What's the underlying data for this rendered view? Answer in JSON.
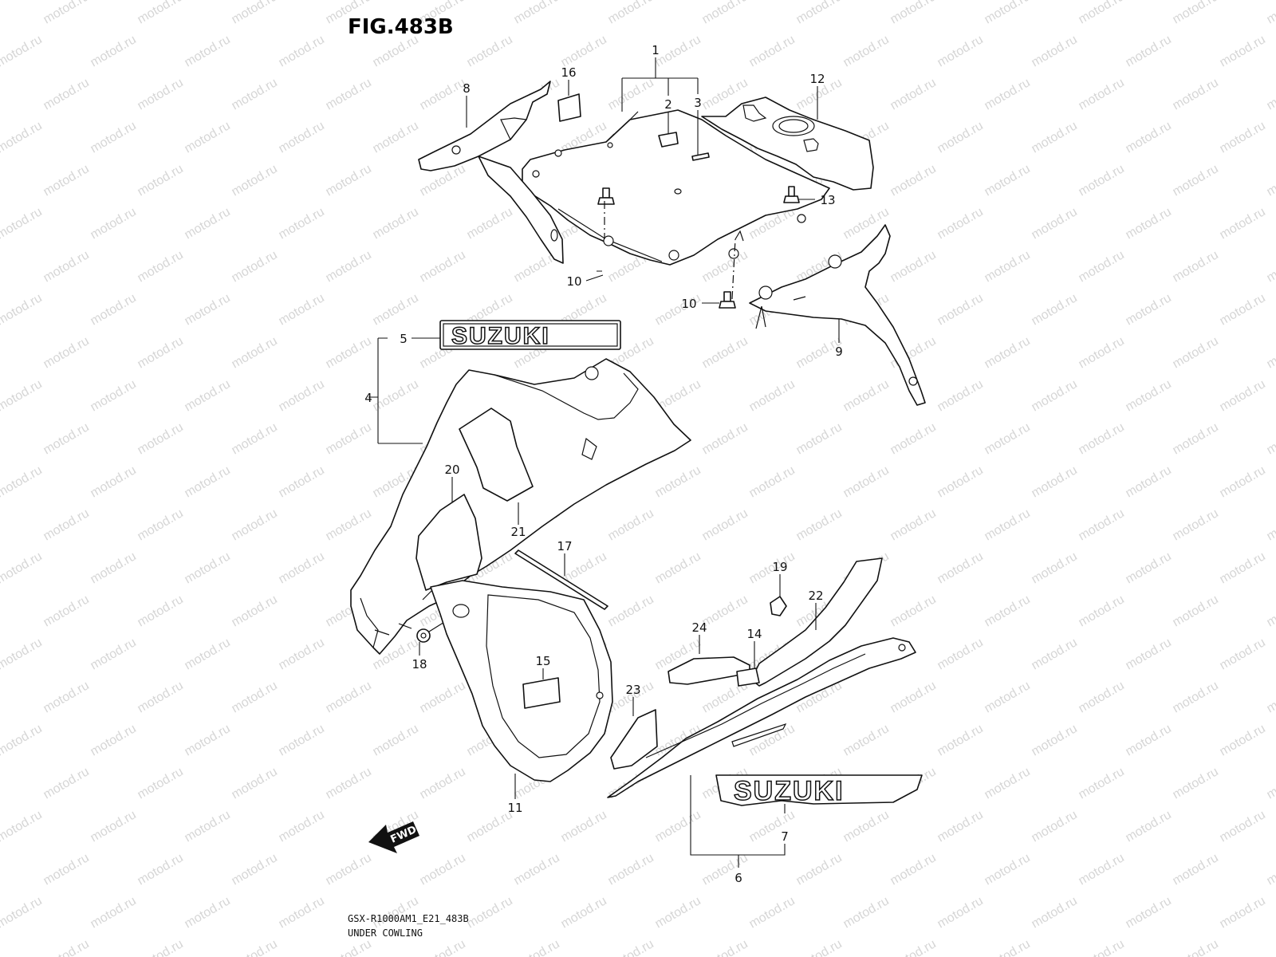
{
  "figure": {
    "title": "FIG.483B",
    "model_code": "GSX-R1000AM1_E21_483B",
    "group_name": "UNDER COWLING"
  },
  "watermark": {
    "text": "motod.ru",
    "color": "#d6d6d6"
  },
  "emblems": {
    "upper": "SUZUKI",
    "lower": "SUZUKI"
  },
  "direction": {
    "label": "FWD",
    "arrow_color": "#111111"
  },
  "callouts": [
    "1",
    "2",
    "3",
    "4",
    "5",
    "6",
    "7",
    "8",
    "9",
    "10",
    "10",
    "11",
    "12",
    "13",
    "14",
    "15",
    "16",
    "17",
    "18",
    "19",
    "20",
    "21",
    "22",
    "23",
    "24"
  ]
}
